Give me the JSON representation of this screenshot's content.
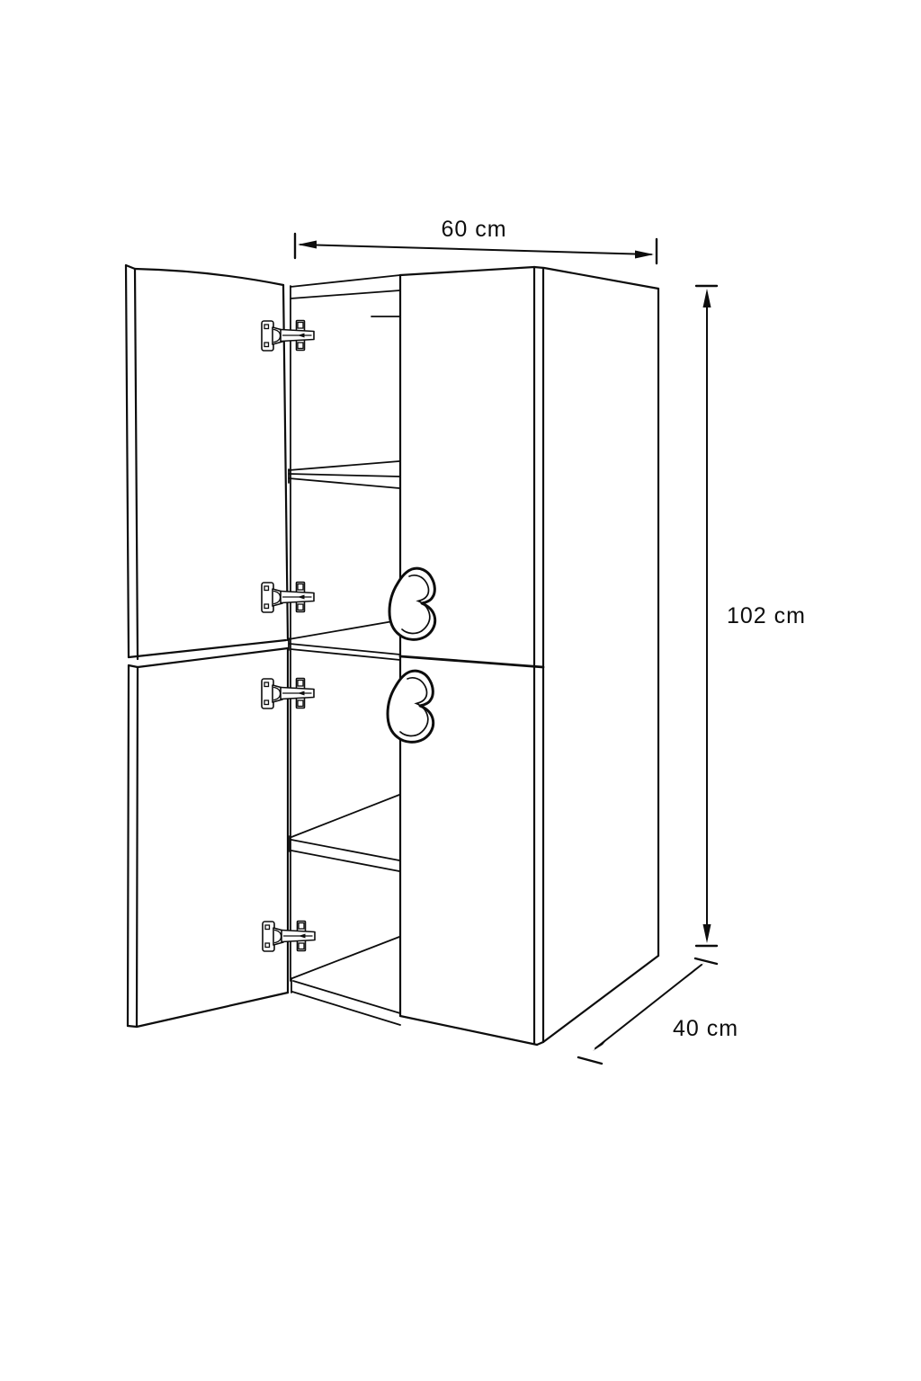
{
  "diagram": {
    "type": "furniture-dimension-line-drawing",
    "background_color": "#ffffff",
    "line_color": "#0d0d0d",
    "text_color": "#0d0d0d",
    "dimensions": {
      "width": {
        "label": "60 cm"
      },
      "height": {
        "label": "102 cm"
      },
      "depth": {
        "label": "40 cm"
      }
    }
  }
}
